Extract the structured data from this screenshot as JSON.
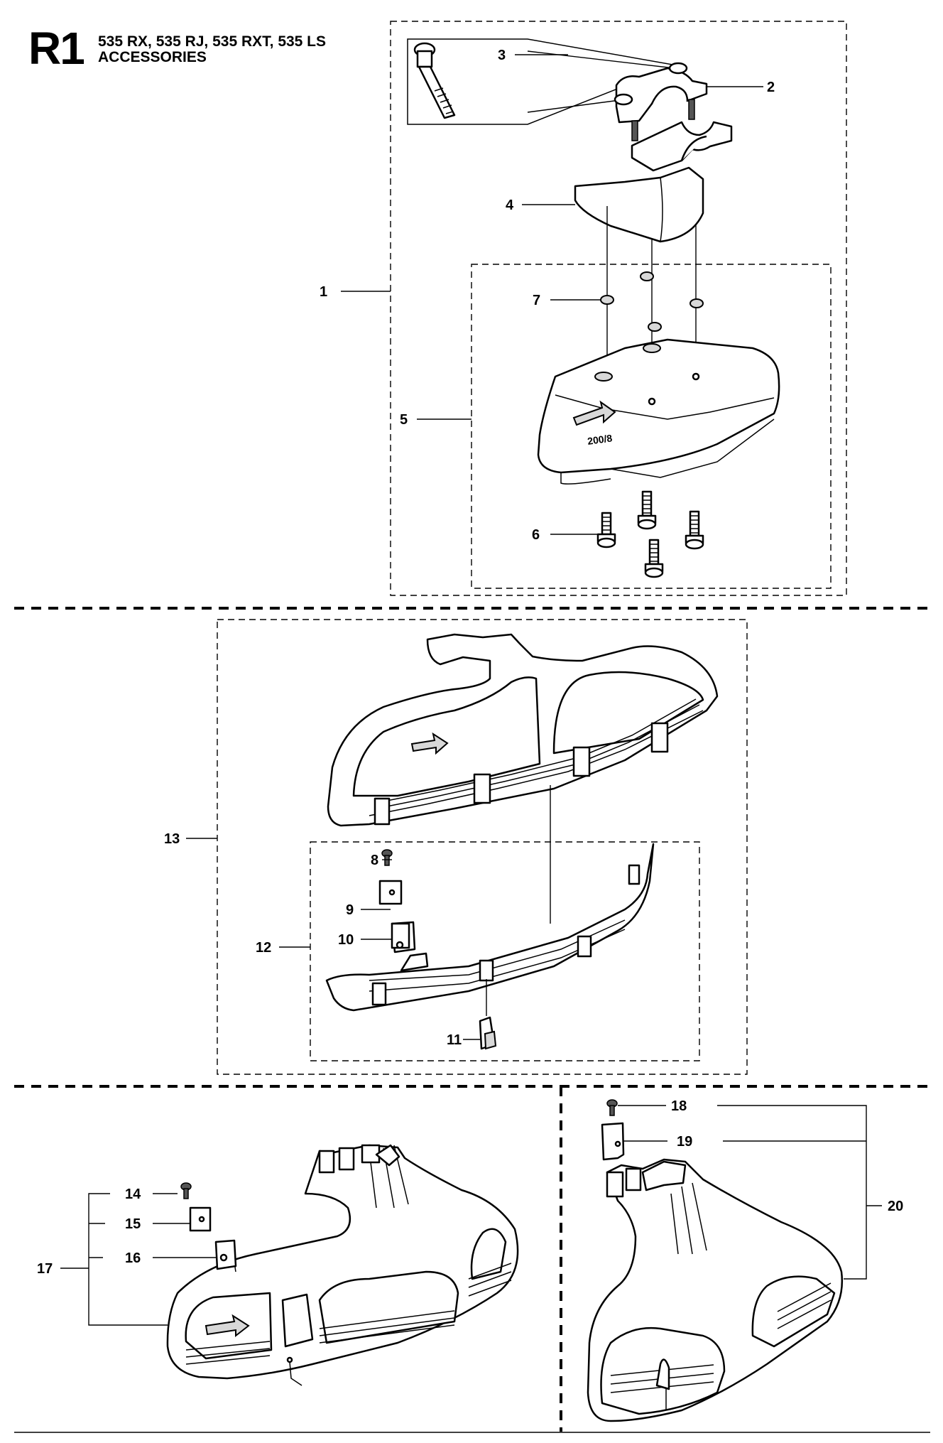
{
  "header": {
    "page_code": "R1",
    "models": "535 RX, 535 RJ, 535 RXT, 535 LS",
    "section": "ACCESSORIES"
  },
  "callouts": {
    "c1": "1",
    "c2": "2",
    "c3": "3",
    "c4": "4",
    "c5": "5",
    "c6": "6",
    "c7": "7",
    "c8": "8",
    "c9": "9",
    "c10": "10",
    "c11": "11",
    "c12": "12",
    "c13": "13",
    "c14": "14",
    "c15": "15",
    "c16": "16",
    "c17": "17",
    "c18": "18",
    "c19": "19",
    "c20": "20"
  },
  "guard_marking": "200/8"
}
